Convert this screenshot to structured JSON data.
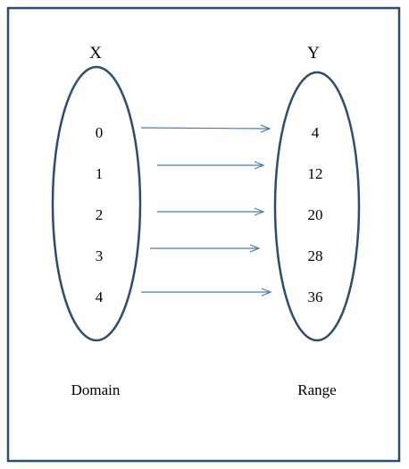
{
  "diagram": {
    "domain_set": {
      "title": "X",
      "caption": "Domain",
      "elements": [
        "0",
        "1",
        "2",
        "3",
        "4"
      ]
    },
    "range_set": {
      "title": "Y",
      "caption": "Range",
      "elements": [
        "4",
        "12",
        "20",
        "28",
        "36"
      ]
    },
    "mappings": [
      {
        "from": "0",
        "to": "4"
      },
      {
        "from": "1",
        "to": "12"
      },
      {
        "from": "2",
        "to": "20"
      },
      {
        "from": "3",
        "to": "28"
      },
      {
        "from": "4",
        "to": "36"
      }
    ],
    "colors": {
      "frame": "#2f4b6e",
      "ellipse": "#2f4b6e",
      "arrow": "#4a7ab5",
      "text": "#000000"
    }
  }
}
